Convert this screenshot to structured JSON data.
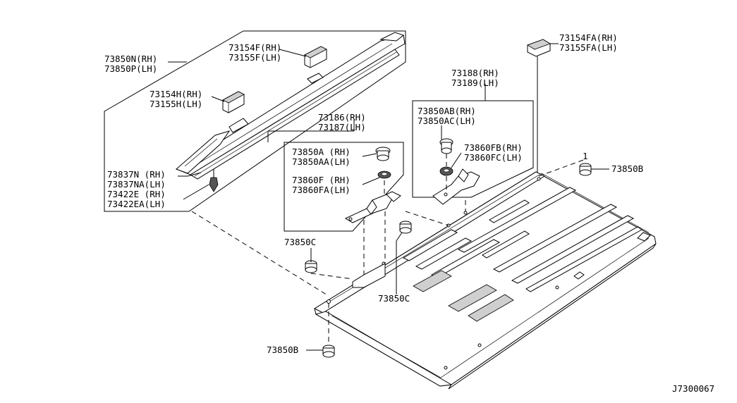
{
  "diagram": {
    "code": "J7300067",
    "labels": {
      "rail_n": "73850N(RH)",
      "rail_p": "73850P(LH)",
      "cap_f": "73154F(RH)",
      "cap_f2": "73155F(LH)",
      "cap_h": "73154H(RH)",
      "cap_h2": "73155H(LH)",
      "cap_fa": "73154FA(RH)",
      "cap_fa2": "73155FA(LH)",
      "fin_n": "73837N (RH)",
      "fin_na": "73837NA(LH)",
      "clip_e": "73422E (RH)",
      "clip_ea": "73422EA(LH)",
      "brk_186": "73186(RH)",
      "brk_187": "73187(LH)",
      "bolt_a": "73850A (RH)",
      "bolt_aa": "73850AA(LH)",
      "wash_f": "73860F (RH)",
      "wash_fa": "73860FA(LH)",
      "brk_188": "73188(RH)",
      "brk_189": "73189(LH)",
      "bolt_ab": "73850AB(RH)",
      "bolt_ac": "73850AC(LH)",
      "wash_fb": "73860FB(RH)",
      "wash_fc": "73860FC(LH)",
      "nut_c1": "73850C",
      "nut_c2": "73850C",
      "nut_b1": "73850B",
      "nut_b2": "73850B",
      "qty_1": "1"
    }
  }
}
